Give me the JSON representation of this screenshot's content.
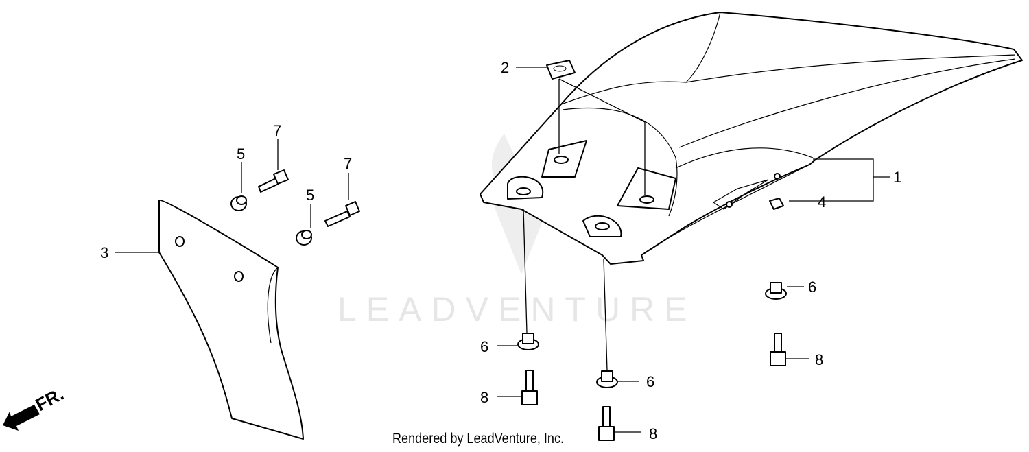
{
  "diagram": {
    "callouts": [
      "1",
      "2",
      "3",
      "4",
      "5",
      "5",
      "6",
      "6",
      "6",
      "7",
      "7",
      "8",
      "8",
      "8"
    ],
    "direction_label": "FR.",
    "watermark": "LEADVENTURE",
    "credit": "Rendered by LeadVenture, Inc."
  }
}
